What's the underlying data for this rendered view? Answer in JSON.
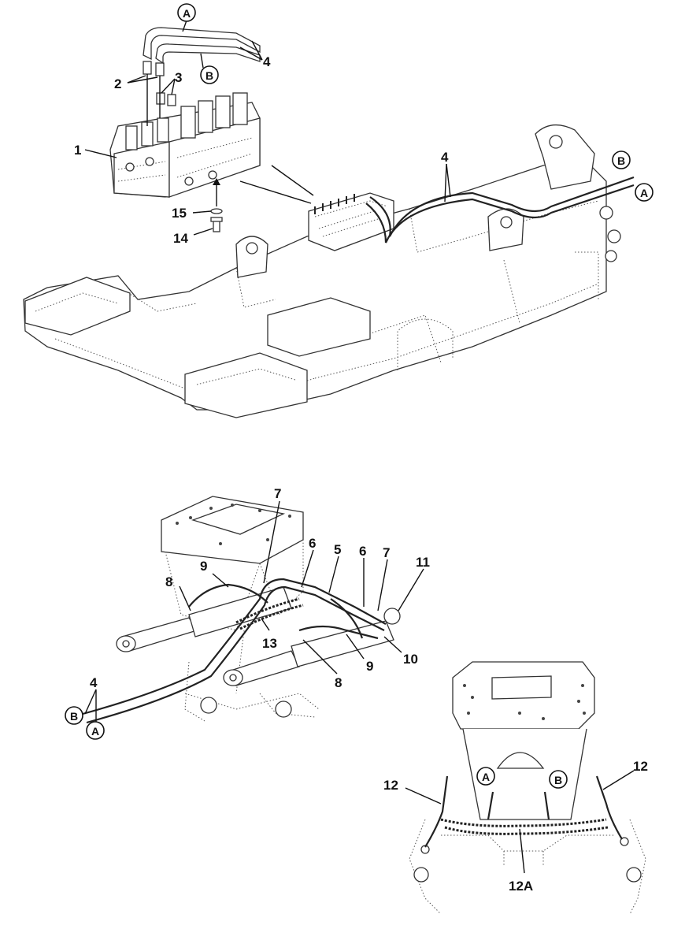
{
  "callouts": {
    "c1": "1",
    "c2": "2",
    "c3": "3",
    "c4": "4",
    "c5": "5",
    "c6": "6",
    "c7": "7",
    "c8": "8",
    "c9": "9",
    "c10": "10",
    "c11": "11",
    "c12": "12",
    "c12a": "12A",
    "c13": "13",
    "c14": "14",
    "c15": "15"
  },
  "ports": {
    "a": "A",
    "b": "B"
  }
}
